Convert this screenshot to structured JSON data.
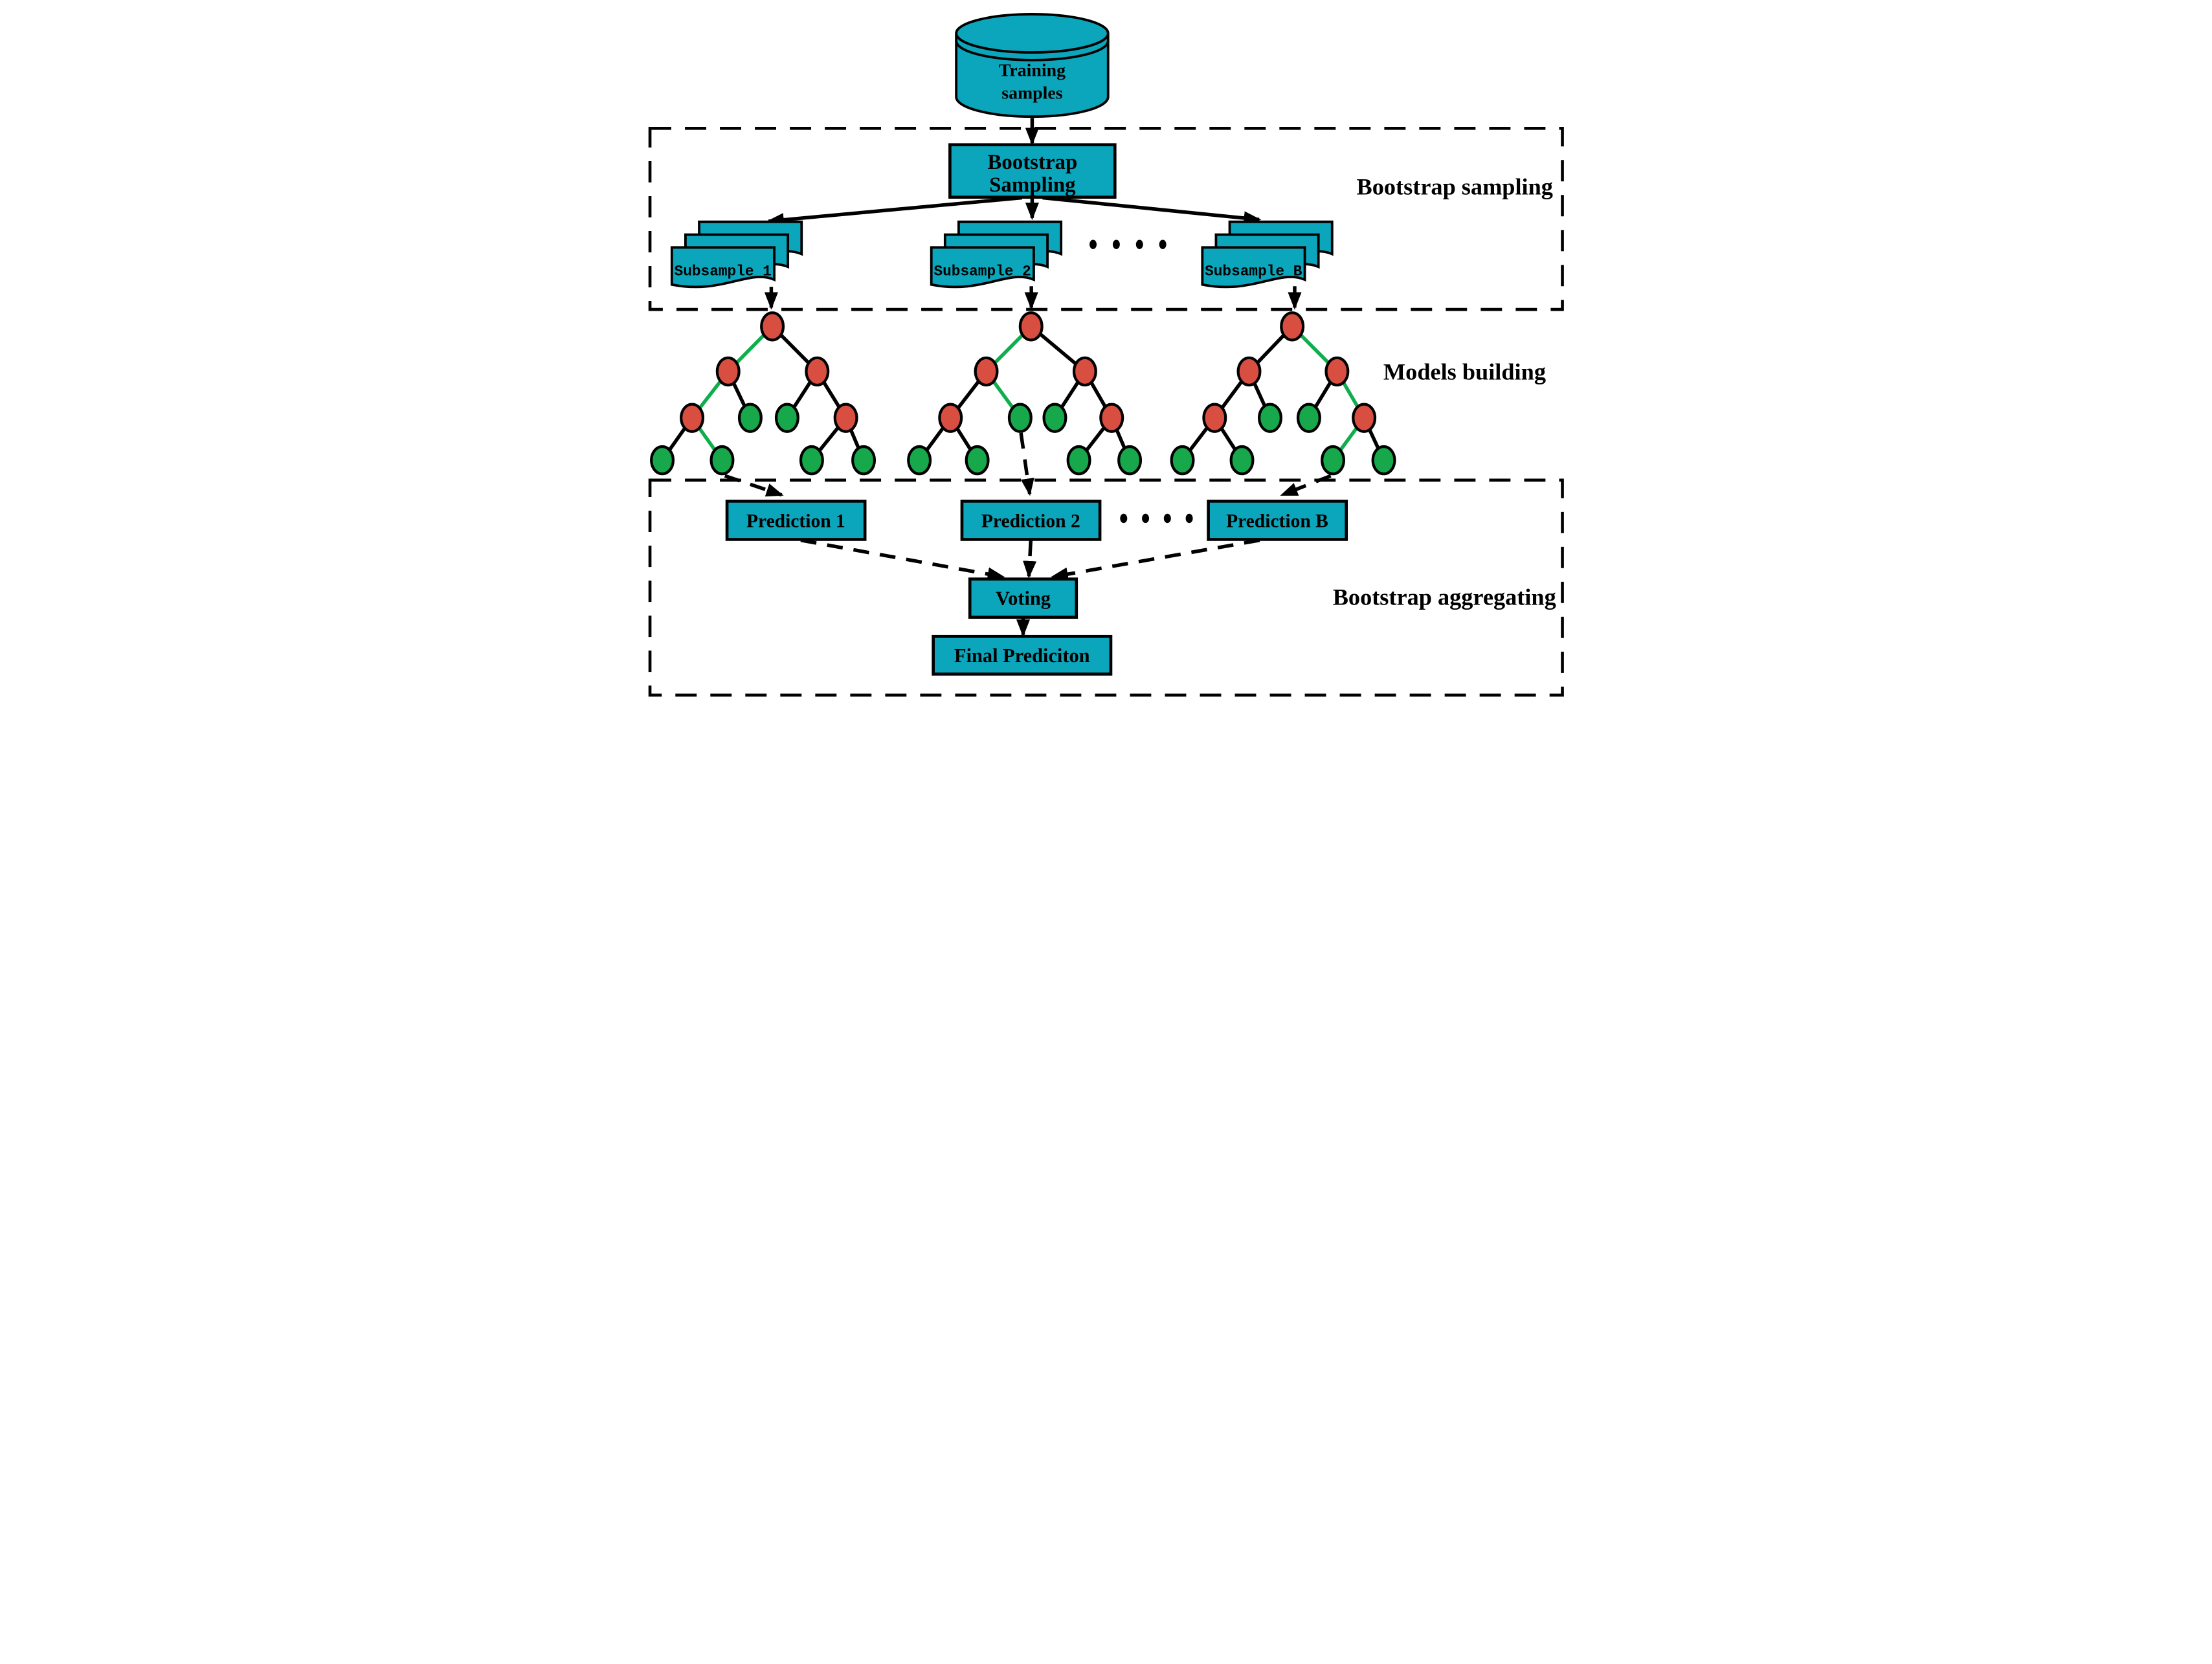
{
  "cylinder": {
    "line1": "Training",
    "line2": "samples"
  },
  "process": {
    "bootstrap_line1": "Bootstrap",
    "bootstrap_line2": "Sampling",
    "voting": "Voting",
    "final": "Final Prediciton"
  },
  "sections": {
    "sampling": "Bootstrap sampling",
    "building": "Models building",
    "aggregating": "Bootstrap aggregating"
  },
  "subsamples": [
    {
      "label": "Subsample 1"
    },
    {
      "label": "Subsample 2"
    },
    {
      "label": "Subsample B"
    }
  ],
  "predictions": [
    {
      "label": "Prediction 1"
    },
    {
      "label": "Prediction 2"
    },
    {
      "label": "Prediction B"
    }
  ],
  "ellipsis_dot_count": 4,
  "colors": {
    "teal": "#0ba6bc",
    "node_red": "#d84f41",
    "node_green": "#16a84b",
    "edge_green": "#0fae4d",
    "line_black": "#000000"
  },
  "trees": [
    {
      "name": "tree-1",
      "levels": [
        [
          "red"
        ],
        [
          "red",
          "red"
        ],
        [
          "red",
          "green",
          "green",
          "red"
        ],
        [
          "green",
          "green",
          "green",
          "green"
        ]
      ],
      "green_path": [
        "root",
        "left",
        "left-left",
        "left-left-right-leaf"
      ]
    },
    {
      "name": "tree-2",
      "levels": [
        [
          "red"
        ],
        [
          "red",
          "red"
        ],
        [
          "red",
          "green",
          "green",
          "red"
        ],
        [
          "green",
          "green",
          "green",
          "green"
        ]
      ],
      "green_path": [
        "root",
        "left",
        "left-right-green-node"
      ]
    },
    {
      "name": "tree-3",
      "levels": [
        [
          "red"
        ],
        [
          "red",
          "red"
        ],
        [
          "red",
          "green",
          "green",
          "red"
        ],
        [
          "green",
          "green",
          "green",
          "green"
        ]
      ],
      "green_path": [
        "root",
        "right",
        "right-right",
        "right-right-left-leaf"
      ]
    }
  ]
}
